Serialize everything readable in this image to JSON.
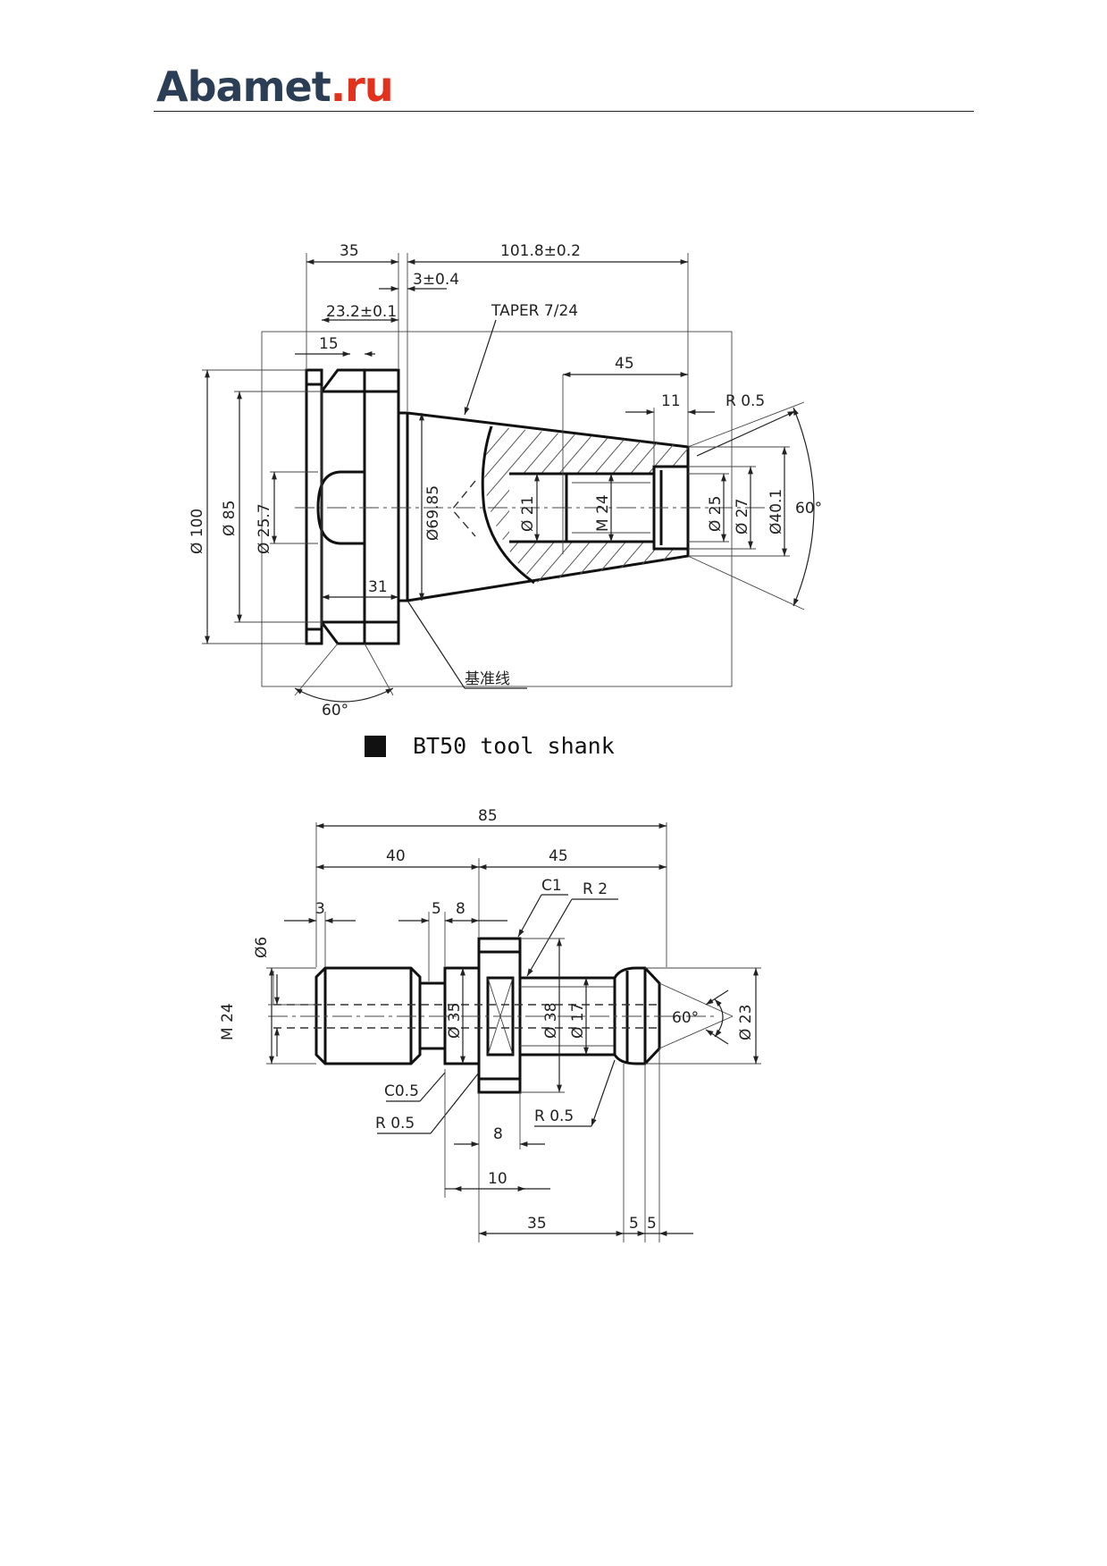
{
  "header": {
    "logo_main": "Abamet",
    "logo_suffix": ".ru"
  },
  "colors": {
    "logo_main": "#2c3e55",
    "logo_suffix": "#e2311d",
    "line": "#222222"
  },
  "shank": {
    "dims": {
      "d35": "35",
      "d101": "101.8±0.2",
      "d3": "3±0.4",
      "d23": "23.2±0.1",
      "taper": "TAPER 7/24",
      "d15": "15",
      "d45": "45",
      "d11": "11",
      "r05": "R 0.5",
      "phi100": "Ø 100",
      "phi85": "Ø 85",
      "phi257": "Ø 25.7",
      "phi6985": "Ø69.85",
      "phi21": "Ø 21",
      "m24": "M 24",
      "phi25": "Ø 25",
      "phi27": "Ø 27",
      "phi401": "Ø40.1",
      "a60r": "60°",
      "d31": "31",
      "a60b": "60°",
      "datum": "基准线"
    },
    "caption": "BT50 tool shank"
  },
  "pull_stud": {
    "dims": {
      "d85": "85",
      "d40": "40",
      "d45": "45",
      "d3": "3",
      "d5": "5",
      "d8": "8",
      "c1": "C1",
      "r2": "R 2",
      "phi6": "Ø6",
      "m24": "M 24",
      "phi35": "Ø 35",
      "phi38": "Ø 38",
      "phi17": "Ø 17",
      "a60": "60°",
      "phi23": "Ø 23",
      "c05": "C0.5",
      "r05a": "R 0.5",
      "r05b": "R 0.5",
      "d8b": "8",
      "d10": "10",
      "d35": "35",
      "d5a": "5",
      "d5b": "5"
    }
  }
}
